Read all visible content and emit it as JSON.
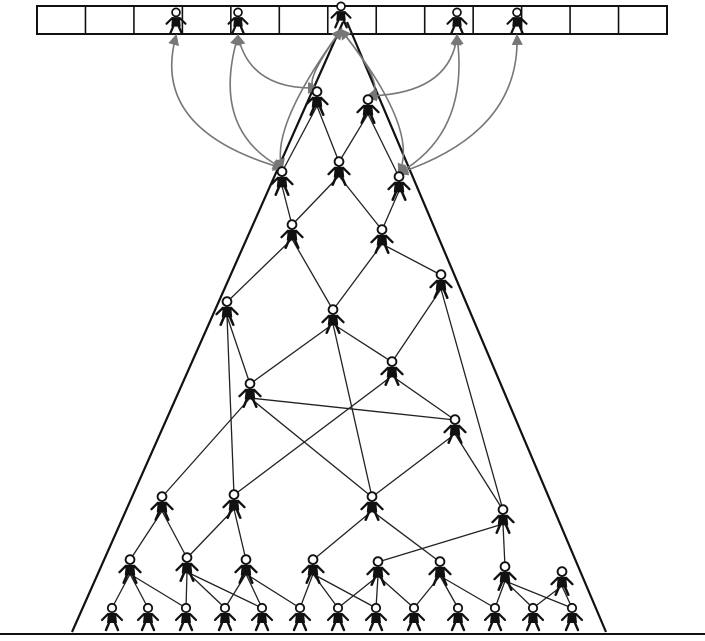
{
  "diagram": {
    "kind": "hand-drawn network pyramid",
    "top_bar": {
      "cells": 13,
      "occupied_cells": 5,
      "hub_figure": true
    },
    "figure_style": "stick-figure",
    "connections": {
      "curved_arrows_between_bar_and_upper_pyramid": 10,
      "straight_links_inside_pyramid": true
    },
    "text_labels": []
  }
}
